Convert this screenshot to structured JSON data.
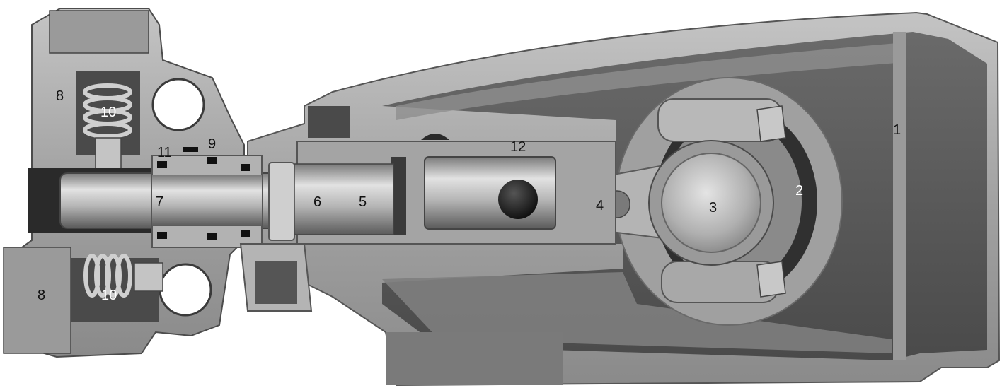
{
  "diagram": {
    "labels": {
      "l1": "1",
      "l2": "2",
      "l3": "3",
      "l4": "4",
      "l5": "5",
      "l6": "6",
      "l7": "7",
      "l8a": "8",
      "l8b": "8",
      "l9": "9",
      "l10a": "10",
      "l10b": "10",
      "l11": "11",
      "l12": "12"
    },
    "colors": {
      "casing_light": "#a9a9a9",
      "casing_mid": "#8c8c8c",
      "cavity_dark": "#5e5e5e",
      "shadow": "#3a3a3a",
      "metal_highlight": "#d8d8d8",
      "black": "#111111"
    }
  }
}
